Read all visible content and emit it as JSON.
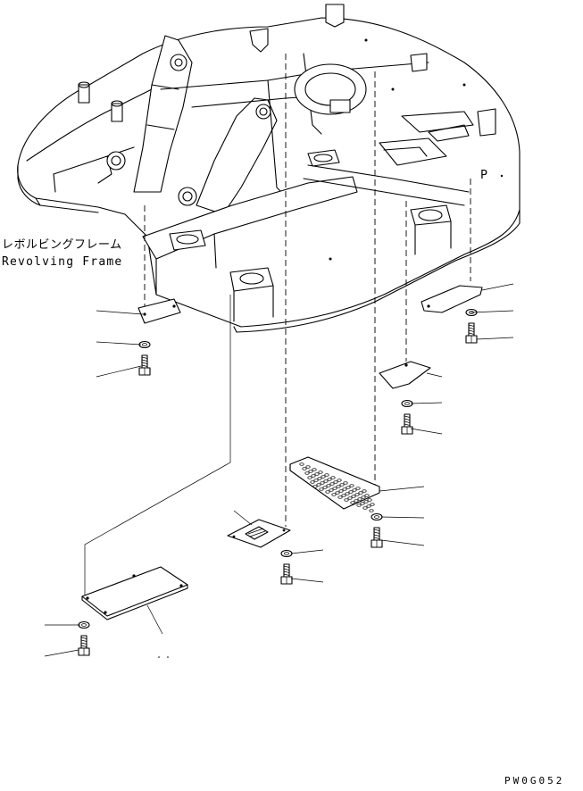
{
  "labels": {
    "frame_name_jp": "レボルビングフレーム",
    "frame_name_en": "Revolving Frame",
    "drawing_code": "PW0G052"
  },
  "parts": {
    "cover_plates": [
      "rear-left-cover",
      "right-rear-cover",
      "right-mid-cover",
      "center-small-cover",
      "left-large-cover"
    ],
    "step": "perforated-step-plate",
    "fasteners": [
      "washer",
      "bolt"
    ]
  }
}
